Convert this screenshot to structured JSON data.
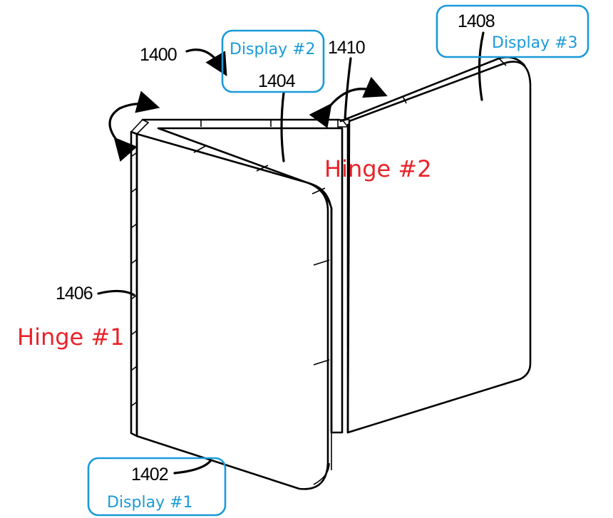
{
  "figure": {
    "type": "patent-drawing",
    "subject": "tri-fold device with three displays and two hinges",
    "colors": {
      "callout_blue": "#1a9ad9",
      "hinge_red": "#e8232a",
      "line": "#000000"
    }
  },
  "references": {
    "device": "1400",
    "display_1": "1402",
    "display_2": "1404",
    "hinge_1": "1406",
    "display_3": "1408",
    "hinge_2": "1410"
  },
  "callouts": {
    "display_1": "Display #1",
    "display_2": "Display #2",
    "display_3": "Display #3"
  },
  "annotations": {
    "hinge_1": "Hinge #1",
    "hinge_2": "Hinge #2"
  },
  "icons": [
    "rotation-arrow-icon",
    "rotation-arrow-icon",
    "pointer-arrow-icon"
  ]
}
